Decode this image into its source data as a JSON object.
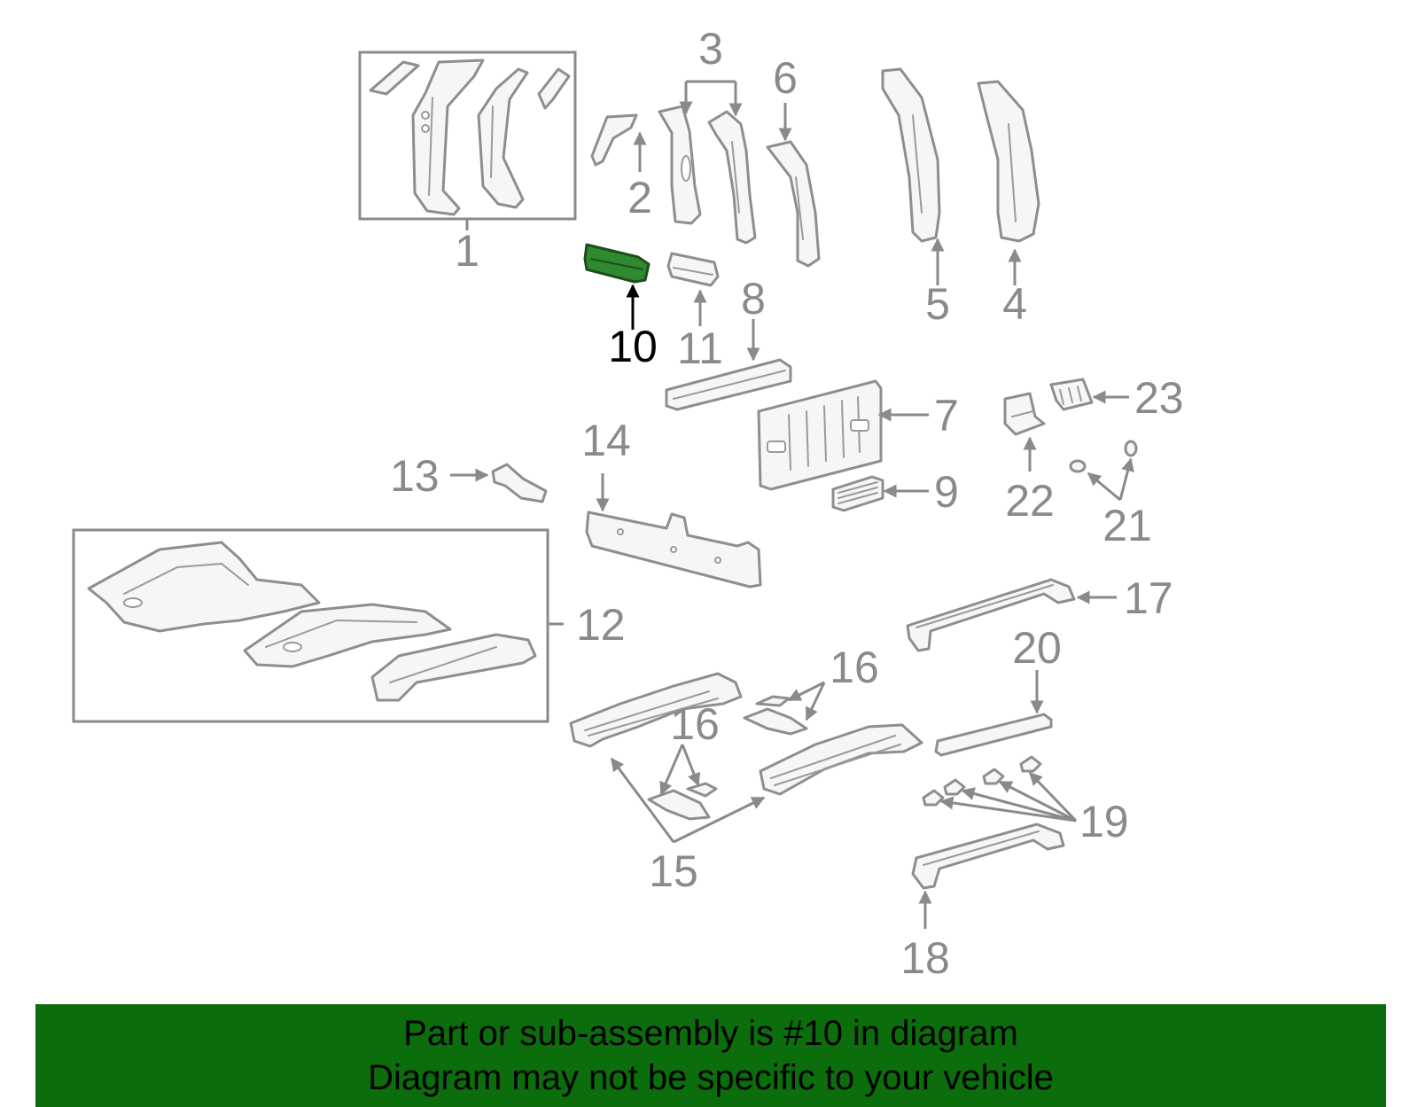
{
  "callouts": {
    "c1": "1",
    "c2": "2",
    "c3": "3",
    "c4": "4",
    "c5": "5",
    "c6": "6",
    "c7": "7",
    "c8": "8",
    "c9": "9",
    "c10": "10",
    "c11": "11",
    "c12": "12",
    "c13": "13",
    "c14": "14",
    "c15": "15",
    "c16a": "16",
    "c16b": "16",
    "c17": "17",
    "c18": "18",
    "c19": "19",
    "c20": "20",
    "c21": "21",
    "c22": "22",
    "c23": "23"
  },
  "highlight": {
    "part": "10",
    "color": "#2f8a2f"
  },
  "colors": {
    "footer_bg": "#0b6d0b",
    "linework": "#8e8e8e"
  },
  "footer": {
    "line1": "Part or sub-assembly is #10 in diagram",
    "line2": "Diagram may not be specific to your vehicle"
  }
}
